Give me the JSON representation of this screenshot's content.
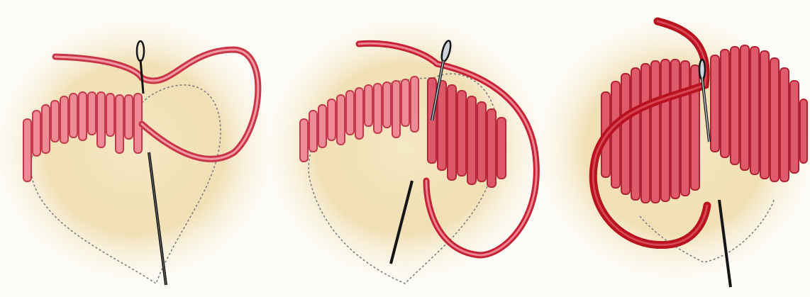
{
  "image": {
    "panel_count": 3,
    "colors": {
      "background": "#fdfbf5",
      "fabric_wash": "#ecd49a",
      "thread_light": "#e8707e",
      "thread_mid": "#d64557",
      "thread_dark": "#bf1f2e",
      "needle": "#151515",
      "guide": "#8a8a8a"
    },
    "panels": [
      {
        "step": 1,
        "fill_progress": 0.4,
        "needle": "pointing-down"
      },
      {
        "step": 2,
        "fill_progress": 0.55,
        "needle": "threaded-at-center"
      },
      {
        "step": 3,
        "fill_progress": 1.0,
        "needle": "threaded-at-center"
      }
    ]
  }
}
